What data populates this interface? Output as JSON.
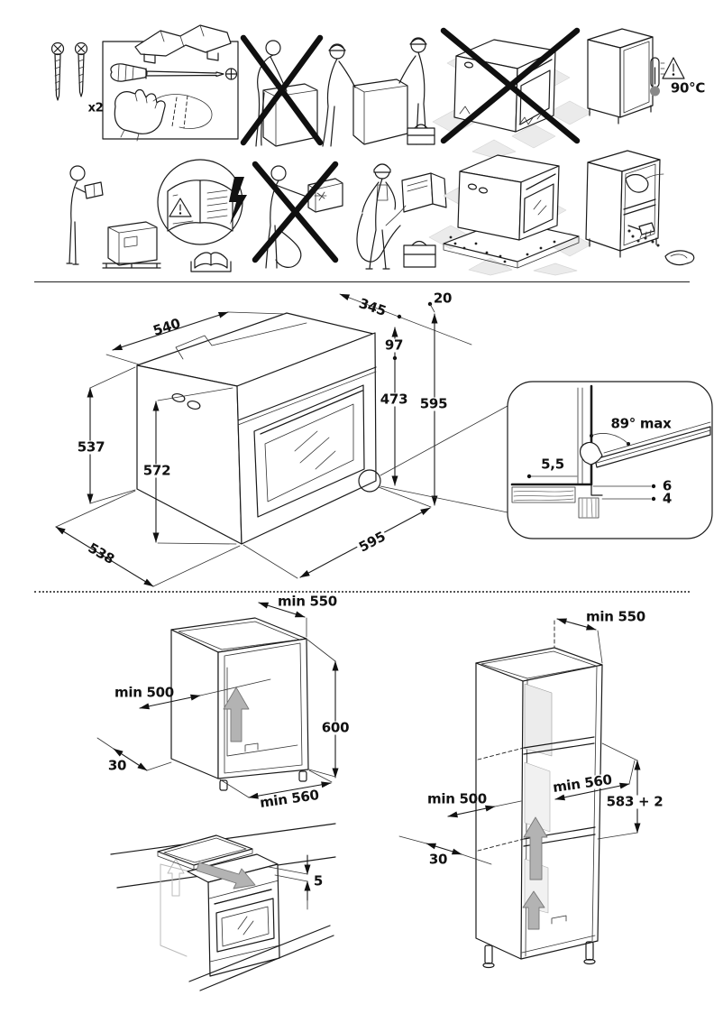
{
  "kit": {
    "screw_count": "x2"
  },
  "temp_warning": {
    "max_temp": "90°C"
  },
  "oven_dims": {
    "top_width": "540",
    "top_depth": "345",
    "front_overhang": "20",
    "panel_height": "97",
    "door_height": "473",
    "total_height": "595",
    "side_height": "537",
    "body_height": "572",
    "depth": "538",
    "width": "595"
  },
  "hinge_detail": {
    "max_angle": "89° max",
    "door_gap": "5,5",
    "upper_offset": "6",
    "lower_offset": "4"
  },
  "base_cabinet": {
    "top_depth": "min 550",
    "niche_depth": "min 500",
    "niche_height": "600",
    "rear_gap": "30",
    "niche_width": "min 560"
  },
  "hob_clearance": {
    "gap": "5"
  },
  "tall_cabinet": {
    "top_depth": "min 550",
    "niche_width": "min 560",
    "niche_height": "583 + 2",
    "niche_depth": "min 500",
    "rear_gap": "30"
  }
}
